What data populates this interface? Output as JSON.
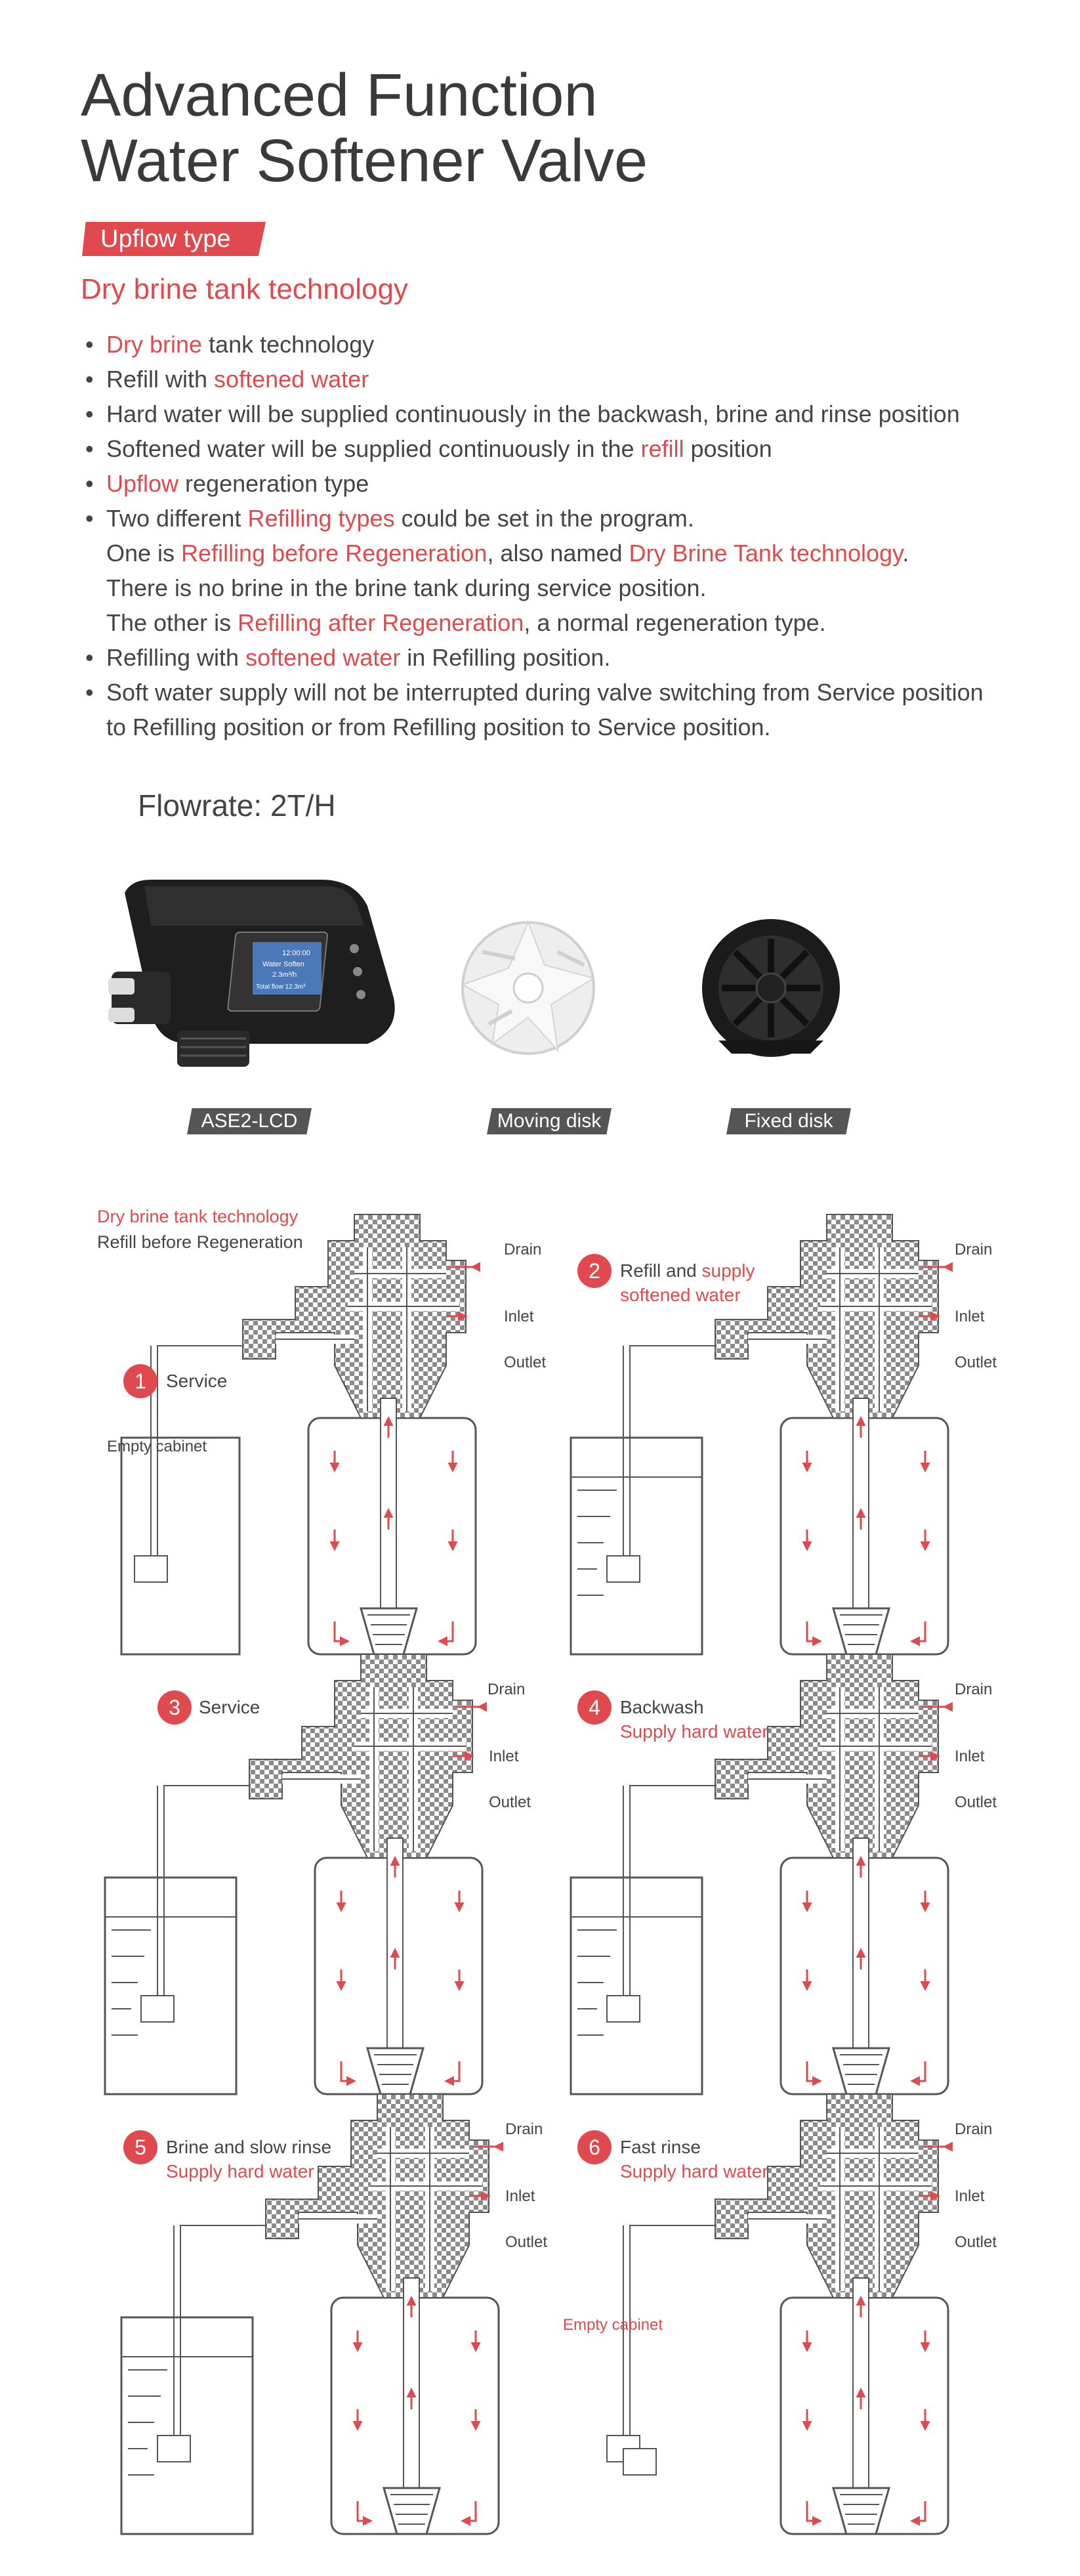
{
  "title_line1": "Advanced Function",
  "title_line2": "Water Softener Valve",
  "tag": "Upflow type",
  "subhead": "Dry brine tank technology",
  "bullets": {
    "b1_red": "Dry brine",
    "b1_rest": " tank technology",
    "b2_a": "Refill with ",
    "b2_red": "softened water",
    "b3": "Hard water will be supplied continuously in the backwash, brine and rinse position",
    "b4_a": "Softened water will be supplied continuously in the ",
    "b4_red": "refill",
    "b4_b": " position",
    "b5_red": "Upflow",
    "b5_rest": " regeneration type",
    "b6_a": "Two different ",
    "b6_red": "Refilling types",
    "b6_b": " could be set in the program.",
    "b6_c": "One is ",
    "b6_red2": "Refilling before Regeneration",
    "b6_d": ", also named ",
    "b6_red3": "Dry Brine Tank technology",
    "b6_e": ".",
    "b6_f": "There is no brine in the brine tank during service position.",
    "b6_g": "The other is ",
    "b6_red4": "Refilling after Regeneration",
    "b6_h": ", a normal regeneration type.",
    "b7_a": "Refilling with ",
    "b7_red": "softened water",
    "b7_b": " in Refilling position.",
    "b8_a": "Soft water supply will not be interrupted during valve switching from Service position",
    "b8_b": "to Refilling position or from Refilling position to Service position."
  },
  "flowrate": "Flowrate: 2T/H",
  "products": {
    "valve": "ASE2-LCD",
    "moving": "Moving disk",
    "fixed": "Fixed disk"
  },
  "lcd": {
    "line1": "12:00:00",
    "line2": "Water Soften",
    "line3": "2.3m³/h",
    "line4": "Total flow 12.3m³"
  },
  "diagrams": {
    "intro_red": "Dry brine tank technology",
    "intro": "Refill before Regeneration",
    "drain": "Drain",
    "inlet": "Inlet",
    "outlet": "Outlet",
    "empty_cabinet": "Empty cabinet",
    "empty_cabinet_red": "Empty cabinet",
    "s1_num": "1",
    "s1": "Service",
    "s2_num": "2",
    "s2_a": "Refill and ",
    "s2_red": "supply",
    "s2_red2": "softened water",
    "s3_num": "3",
    "s3": "Service",
    "s4_num": "4",
    "s4": "Backwash",
    "s4_red": "Supply hard water",
    "s5_num": "5",
    "s5": "Brine and slow rinse",
    "s5_red": "Supply hard water",
    "s6_num": "6",
    "s6": "Fast rinse",
    "s6_red": "Supply hard water"
  },
  "colors": {
    "accent": "#e0494d",
    "text": "#444444",
    "label_bg": "#555555"
  }
}
